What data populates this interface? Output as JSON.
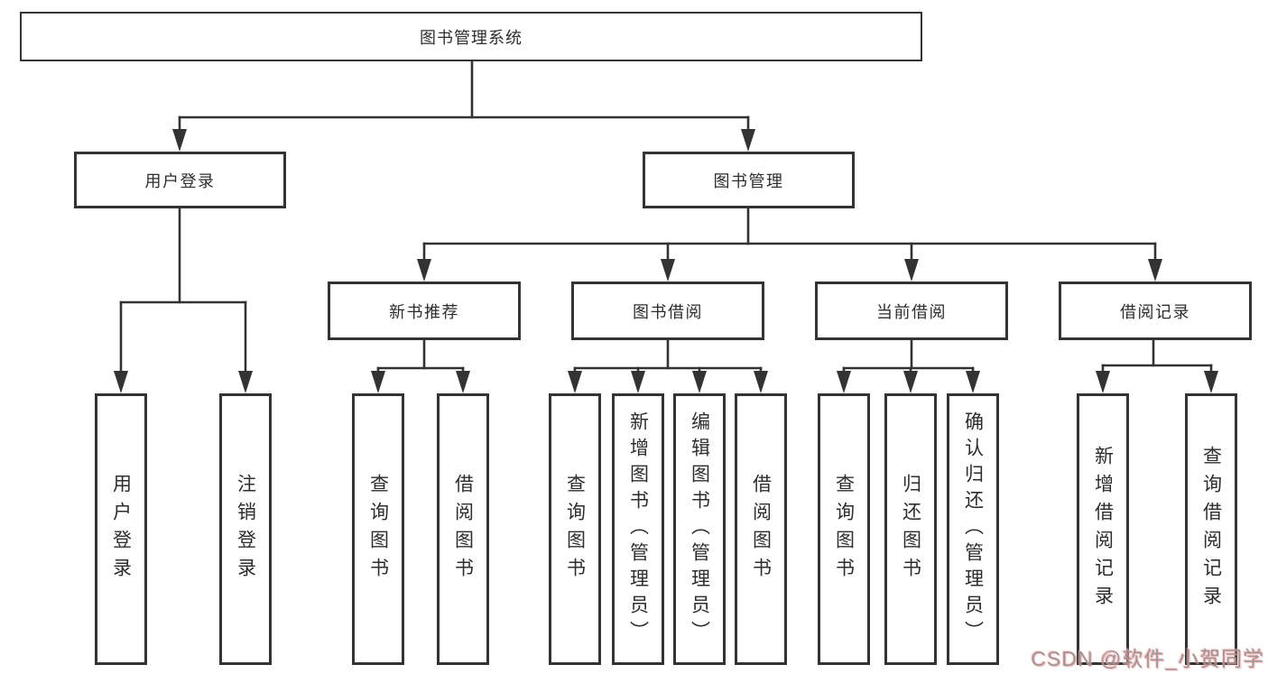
{
  "diagram": {
    "colors": {
      "line": "#333333",
      "box_border": "#333333",
      "text": "#2d2d2d",
      "watermark": "#949494",
      "watermark_glow": "#ff9a9a",
      "background": "#ffffff"
    },
    "nodes": {
      "root": "图书管理系统",
      "level1": [
        {
          "label": "用户登录"
        },
        {
          "label": "图书管理"
        }
      ],
      "level2": [
        {
          "label": "新书推荐"
        },
        {
          "label": "图书借阅"
        },
        {
          "label": "当前借阅"
        },
        {
          "label": "借阅记录"
        }
      ],
      "leaves_user": [
        "用户登录",
        "注销登录"
      ],
      "leaves_recommend": [
        "查询图书",
        "借阅图书"
      ],
      "leaves_borrow": [
        "查询图书",
        "新增图书（管理员）",
        "编辑图书（管理员）",
        "借阅图书"
      ],
      "leaves_current": [
        "查询图书",
        "归还图书",
        "确认归还（管理员）"
      ],
      "leaves_records": [
        "新增借阅记录",
        "查询借阅记录"
      ]
    },
    "watermark": "CSDN @软件_小贺同学"
  }
}
